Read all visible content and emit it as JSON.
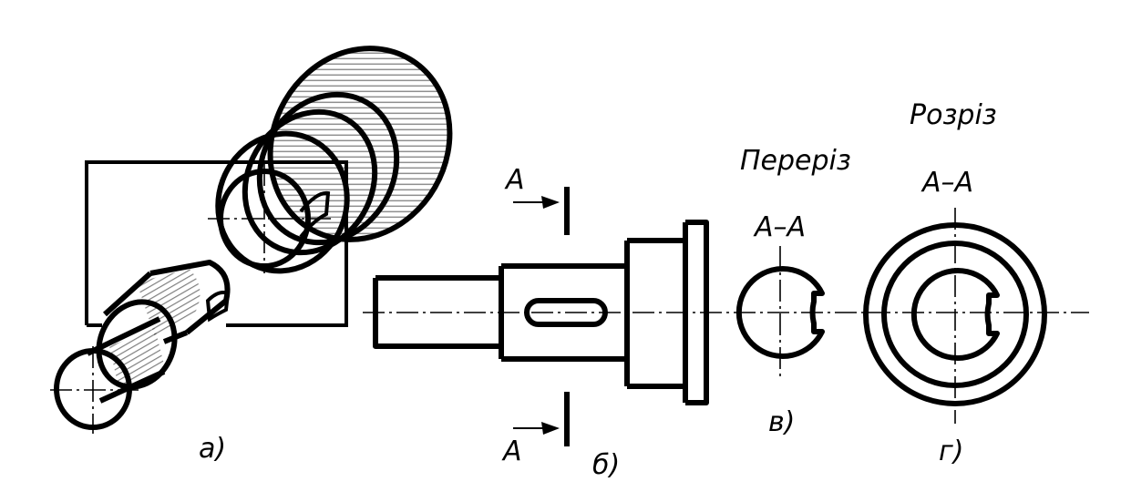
{
  "labels": {
    "view_a": "а)",
    "view_b": "б)",
    "view_v": "в)",
    "view_g": "г)",
    "section_title": "Переріз",
    "section_name": "А–А",
    "cut_title": "Розріз",
    "cut_name": "А–А",
    "arrow_top": "А",
    "arrow_bottom": "А"
  }
}
